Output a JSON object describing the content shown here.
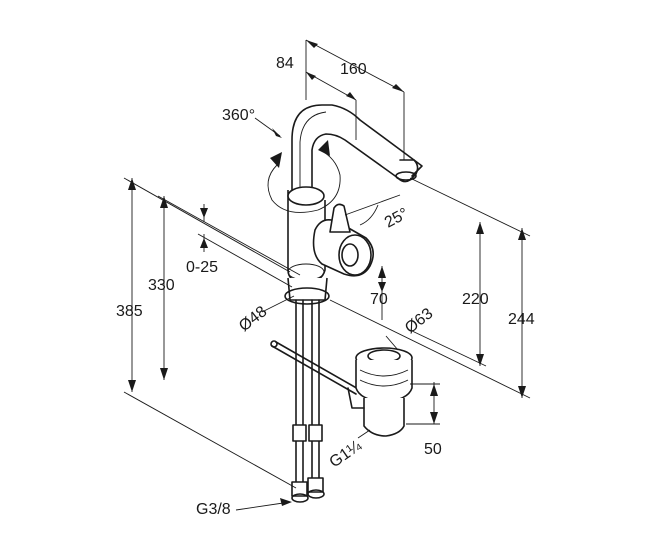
{
  "drawing": {
    "labels": {
      "d84": "84",
      "d160": "160",
      "rot360": "360°",
      "ang25": "25°",
      "d0_25": "0-25",
      "d385": "385",
      "d330": "330",
      "d220": "220",
      "d244": "244",
      "d70": "70",
      "dia48": "Ø48",
      "dia63": "Ø63",
      "g114": "G1¼",
      "d50": "50",
      "g38": "G3/8"
    },
    "colors": {
      "line": "#1a1a1a",
      "background": "#ffffff"
    }
  }
}
